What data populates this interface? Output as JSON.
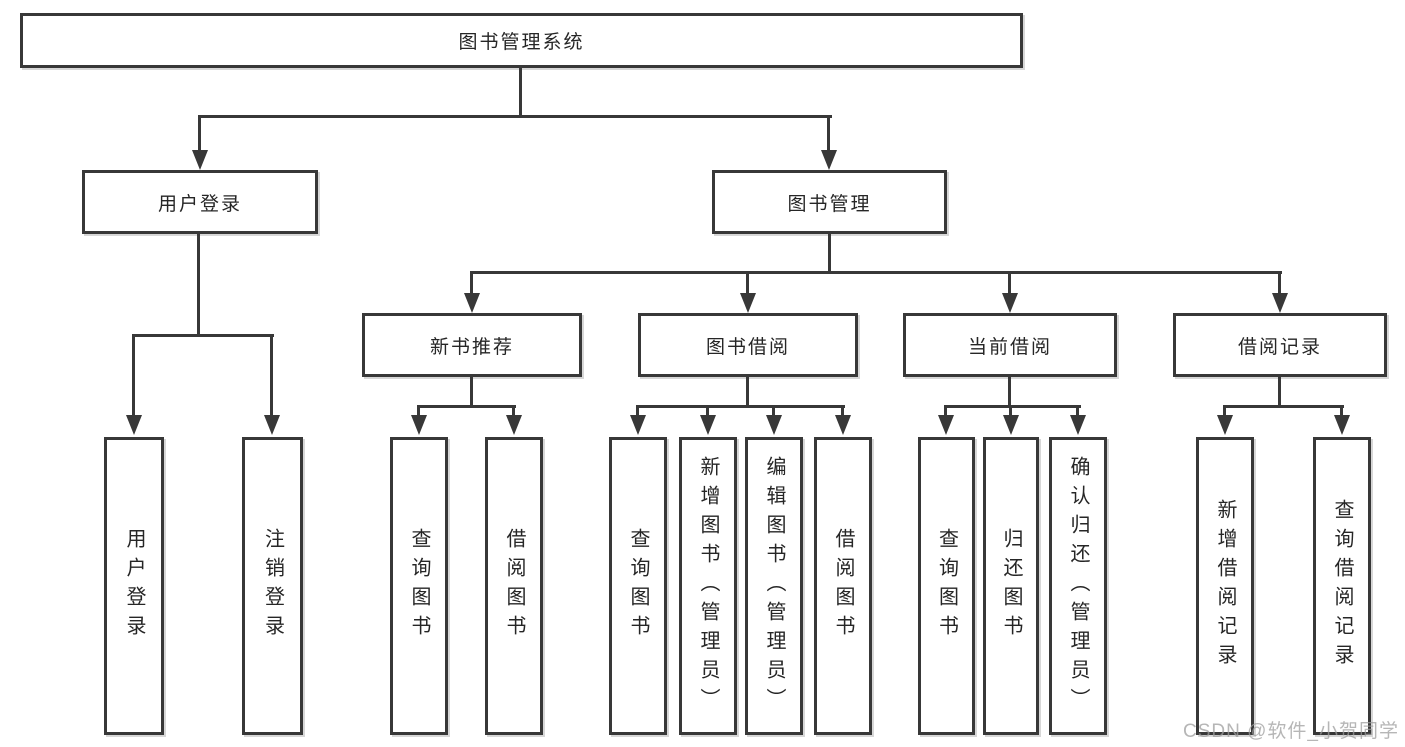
{
  "colors": {
    "line": "#383838",
    "text": "#262626",
    "background": "#ffffff",
    "watermark": "rgba(158,158,158,0.75)"
  },
  "watermark": "CSDN @软件_小贺同学",
  "nodes": {
    "root": "图书管理系统",
    "user_login": "用户登录",
    "book_mgmt": "图书管理",
    "new_book_rec": "新书推荐",
    "book_borrow": "图书借阅",
    "current_borrow": "当前借阅",
    "borrow_records": "借阅记录",
    "leaf_user_login": "用户登录",
    "leaf_logout": "注销登录",
    "leaf_nbr_query": "查询图书",
    "leaf_nbr_borrow": "借阅图书",
    "leaf_bb_query": "查询图书",
    "leaf_bb_add": "新增图书（管理员）",
    "leaf_bb_edit": "编辑图书（管理员）",
    "leaf_bb_borrow": "借阅图书",
    "leaf_cb_query": "查询图书",
    "leaf_cb_return": "归还图书",
    "leaf_cb_confirm": "确认归还（管理员）",
    "leaf_br_add": "新增借阅记录",
    "leaf_br_query": "查询借阅记录"
  },
  "hierarchy": {
    "图书管理系统": {
      "用户登录": [
        "用户登录",
        "注销登录"
      ],
      "图书管理": {
        "新书推荐": [
          "查询图书",
          "借阅图书"
        ],
        "图书借阅": [
          "查询图书",
          "新增图书（管理员）",
          "编辑图书（管理员）",
          "借阅图书"
        ],
        "当前借阅": [
          "查询图书",
          "归还图书",
          "确认归还（管理员）"
        ],
        "借阅记录": [
          "新增借阅记录",
          "查询借阅记录"
        ]
      }
    }
  }
}
